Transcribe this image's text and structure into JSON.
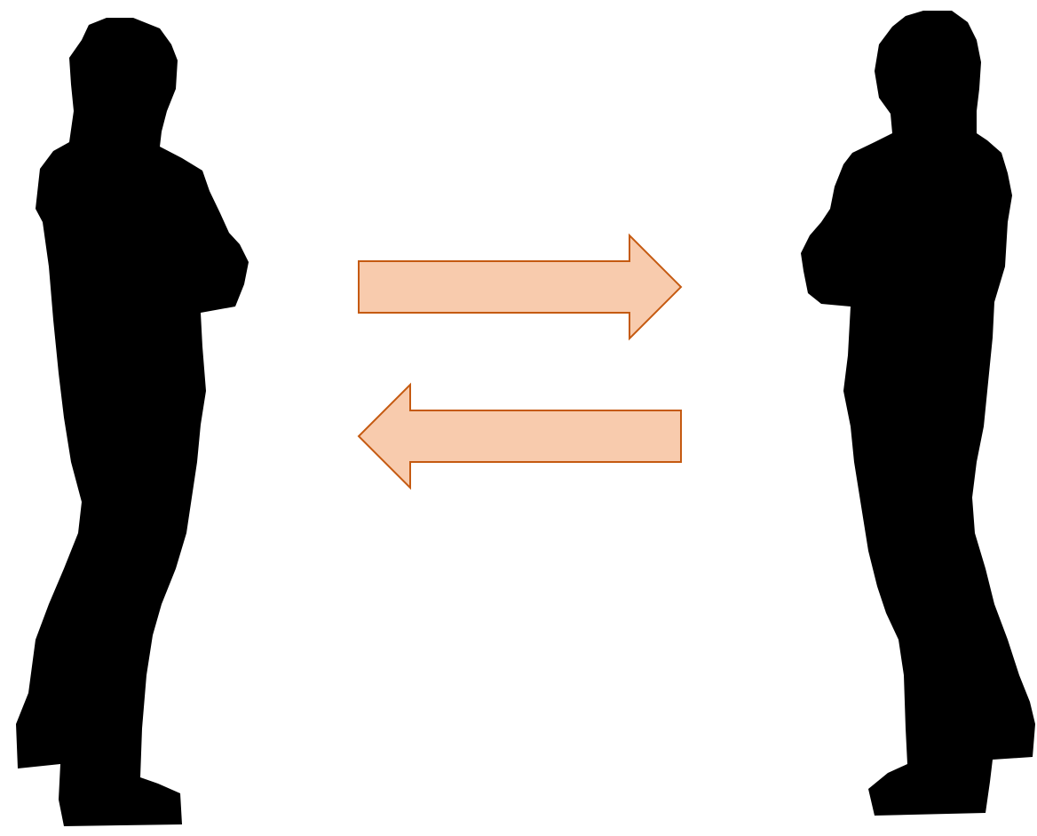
{
  "diagram": {
    "people": [
      {
        "name": "left-person",
        "facing": "right",
        "color": "#000000"
      },
      {
        "name": "right-person",
        "facing": "left",
        "color": "#000000"
      }
    ],
    "arrows": [
      {
        "name": "arrow-right",
        "direction": "right",
        "fill": "#f8cbad",
        "stroke": "#c55a11"
      },
      {
        "name": "arrow-left",
        "direction": "left",
        "fill": "#f8cbad",
        "stroke": "#c55a11"
      }
    ]
  }
}
